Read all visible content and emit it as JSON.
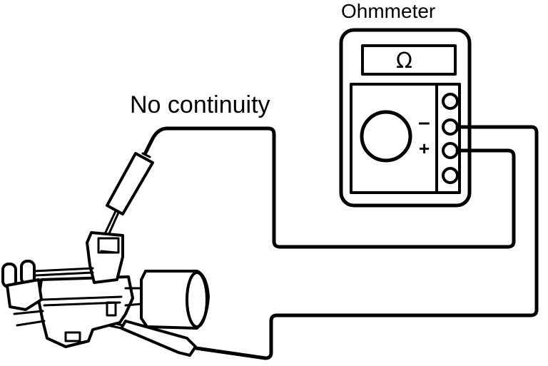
{
  "labels": {
    "ohmmeter": "Ohmmeter",
    "no_continuity": "No continuity",
    "display_symbol": "Ω",
    "terminal_minus": "–",
    "terminal_plus": "+"
  }
}
